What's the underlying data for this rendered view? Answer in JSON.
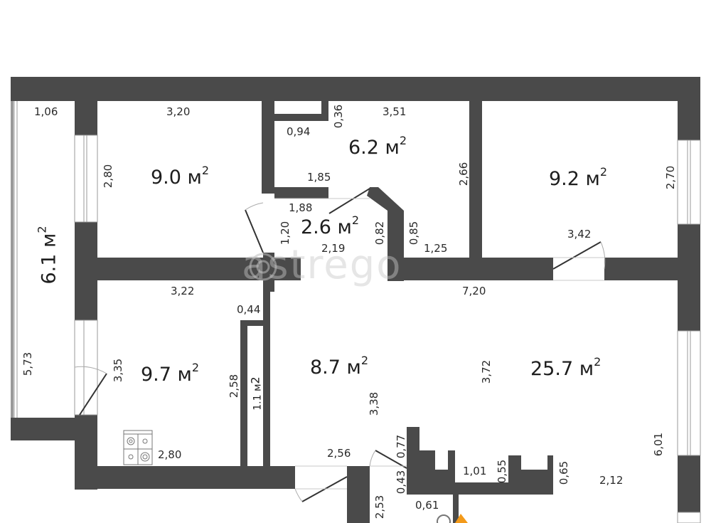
{
  "plan": {
    "wall_color": "#4a4a4a",
    "watermark": "astrego",
    "rooms": [
      {
        "id": "balcony",
        "area": "6.1",
        "unit": "м",
        "sup": "2"
      },
      {
        "id": "bedroom-left",
        "area": "9.0",
        "unit": "м",
        "sup": "2"
      },
      {
        "id": "bathroom",
        "area": "6.2",
        "unit": "м",
        "sup": "2"
      },
      {
        "id": "toilet",
        "area": "2.6",
        "unit": "м",
        "sup": "2"
      },
      {
        "id": "bedroom-right",
        "area": "9.2",
        "unit": "м",
        "sup": "2"
      },
      {
        "id": "kitchen",
        "area": "9.7",
        "unit": "м",
        "sup": "2"
      },
      {
        "id": "closet",
        "area": "1.1",
        "unit": "м",
        "sup": "2"
      },
      {
        "id": "hall",
        "area": "8.7",
        "unit": "м",
        "sup": "2"
      },
      {
        "id": "living-room",
        "area": "25.7",
        "unit": "м",
        "sup": "2"
      }
    ],
    "dimensions": {
      "balcony_width": "1,06",
      "balcony_length": "5,73",
      "bedroom_left_width": "3,20",
      "bedroom_left_height": "2,80",
      "bath_niche_width": "0,94",
      "bath_niche_depth": "0,36",
      "bath_width": "3,51",
      "bath_height": "2,66",
      "bath_partition": "1,85",
      "bath_lower_width": "1,25",
      "bath_lower_height": "0,85",
      "toilet_top": "1,88",
      "toilet_height": "1,20",
      "toilet_bottom": "2,19",
      "toilet_side": "0,82",
      "bedroom_right_height": "2,70",
      "bedroom_right_width": "3,42",
      "kitchen_width": "3,22",
      "kitchen_height": "3,35",
      "kitchen_bottom": "2,80",
      "closet_width": "0,44",
      "closet_height": "2,58",
      "hall_width": "7,20",
      "hall_height": "3,38",
      "living_height": "3,72",
      "entry_width": "2,56",
      "entry_side": "2,53",
      "door_077": "0,77",
      "door_043": "0,43",
      "bottom_061": "0,61",
      "bottom_101": "1,01",
      "bottom_055": "0,55",
      "bottom_065": "0,65",
      "living_212": "2,12",
      "living_length": "6,01"
    }
  }
}
